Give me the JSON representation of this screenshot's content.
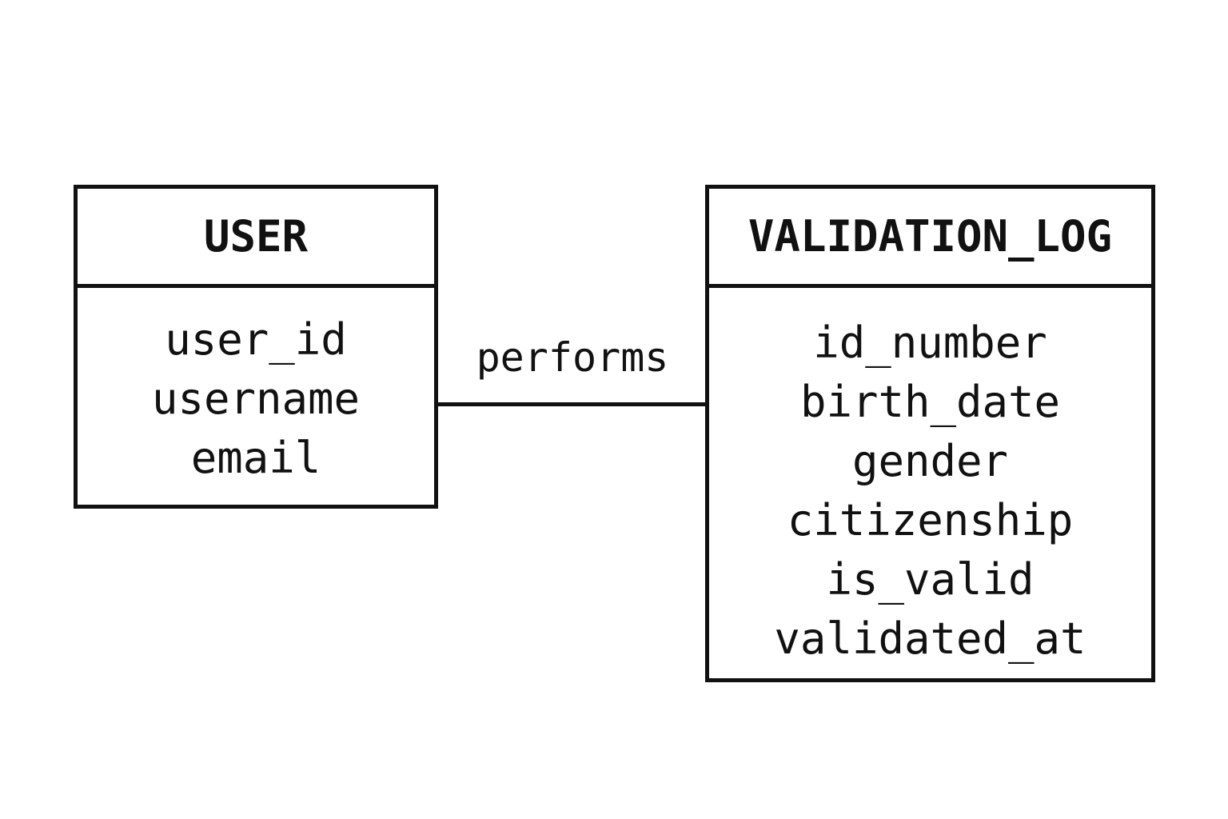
{
  "entities": {
    "user": {
      "name": "USER",
      "attributes": [
        "user_id",
        "username",
        "email"
      ]
    },
    "validation_log": {
      "name": "VALIDATION_LOG",
      "attributes": [
        "id_number",
        "birth_date",
        "gender",
        "citizenship",
        "is_valid",
        "validated_at"
      ]
    }
  },
  "relationship": {
    "label": "performs"
  }
}
